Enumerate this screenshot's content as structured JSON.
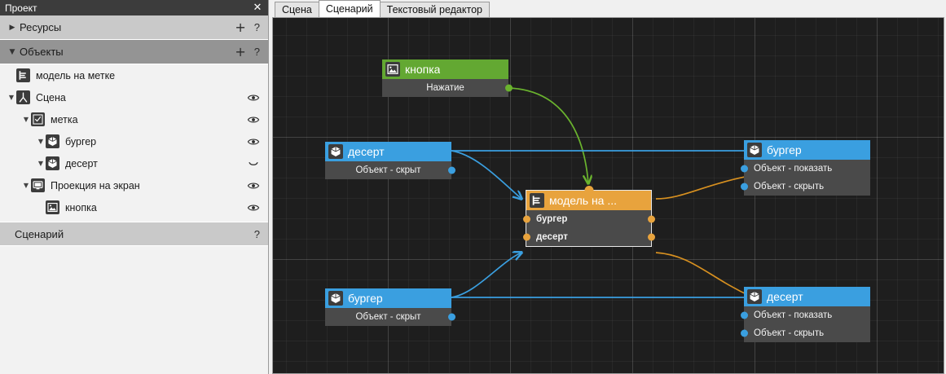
{
  "panel": {
    "title": "Проект",
    "close_icon": "close-icon",
    "sections": [
      {
        "label": "Ресурсы",
        "caret": "▶",
        "plus": "+",
        "help": "?",
        "style": "light"
      },
      {
        "label": "Объекты",
        "caret": "▼",
        "plus": "+",
        "help": "?",
        "style": "dark"
      }
    ],
    "tree": [
      {
        "label": "модель на метке",
        "depth": 1,
        "caret": "",
        "icon": "marker-model-icon",
        "eye": "none"
      },
      {
        "label": "Сцена",
        "depth": 1,
        "caret": "▼",
        "icon": "scene-icon",
        "eye": "open"
      },
      {
        "label": "метка",
        "depth": 2,
        "caret": "▼",
        "icon": "marker-icon",
        "eye": "open"
      },
      {
        "label": "бургер",
        "depth": 3,
        "caret": "▼",
        "icon": "cube-icon",
        "eye": "open"
      },
      {
        "label": "десерт",
        "depth": 3,
        "caret": "▼",
        "icon": "cube-icon",
        "eye": "closed"
      },
      {
        "label": "Проекция на экран",
        "depth": 2,
        "caret": "▼",
        "icon": "screen-icon",
        "eye": "open"
      },
      {
        "label": "кнопка",
        "depth": 3,
        "caret": "",
        "icon": "image-icon",
        "eye": "open"
      }
    ],
    "footer": {
      "label": "Сценарий",
      "help": "?"
    }
  },
  "editor": {
    "tabs": [
      {
        "label": "Сцена",
        "active": false
      },
      {
        "label": "Сценарий",
        "active": true
      },
      {
        "label": "Текстовый редактор",
        "active": false
      }
    ]
  },
  "graph": {
    "nodes": [
      {
        "id": "button",
        "title": "кнопка",
        "icon": "image-icon",
        "accent": "#63a832",
        "rows": [
          {
            "label": "Нажатие",
            "kind": "out",
            "port": "green"
          }
        ]
      },
      {
        "id": "dessert-src",
        "title": "десерт",
        "icon": "cube-icon",
        "accent": "#3a9fe0",
        "rows": [
          {
            "label": "Объект - скрыт",
            "kind": "out",
            "port": "blue"
          }
        ]
      },
      {
        "id": "model-on-marker",
        "title": "модель на ...",
        "icon": "marker-model-icon",
        "accent": "#e8a33d",
        "selected": true,
        "rows": [
          {
            "label": "бургер",
            "kind": "inout",
            "port": "orange"
          },
          {
            "label": "десерт",
            "kind": "inout",
            "port": "orange"
          }
        ]
      },
      {
        "id": "burger-src",
        "title": "бургер",
        "icon": "cube-icon",
        "accent": "#3a9fe0",
        "rows": [
          {
            "label": "Объект - скрыт",
            "kind": "out",
            "port": "blue"
          }
        ]
      },
      {
        "id": "burger-dst",
        "title": "бургер",
        "icon": "cube-icon",
        "accent": "#3a9fe0",
        "rows": [
          {
            "label": "Объект - показать",
            "kind": "in",
            "port": "blue"
          },
          {
            "label": "Объект - скрыть",
            "kind": "in",
            "port": "blue"
          }
        ]
      },
      {
        "id": "dessert-dst",
        "title": "десерт",
        "icon": "cube-icon",
        "accent": "#3a9fe0",
        "rows": [
          {
            "label": "Объект - показать",
            "kind": "in",
            "port": "blue"
          },
          {
            "label": "Объект - скрыть",
            "kind": "in",
            "port": "blue"
          }
        ]
      }
    ],
    "wire_colors": {
      "green": "#6ab32e",
      "blue": "#3a9fe0",
      "orange": "#d79020"
    }
  }
}
